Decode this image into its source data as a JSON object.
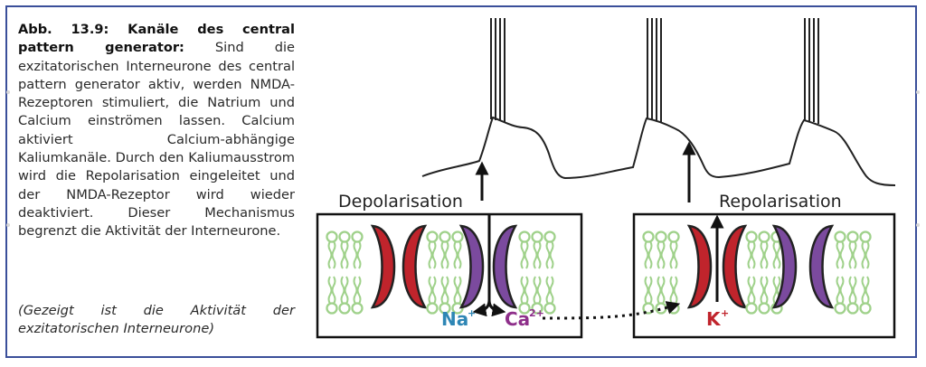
{
  "caption": {
    "title": "Abb. 13.9: Kanäle des central pattern generator:",
    "body": " Sind die exzitatorischen Interneurone des central pattern generator aktiv, werden NMDA-Rezeptoren stimuliert, die Natrium und Calcium einströmen lassen. Calcium aktiviert Calcium-abhängige Kaliumkanäle. Durch den Kaliumausstrom wird die Repolarisation eingeleitet und der NMDA-Rezeptor wird wieder deaktiviert. Dieser Mechanismus begrenzt die Aktivität der Interneurone.",
    "note": "(Gezeigt ist die Aktivität der exzitatorischen Interneurone)"
  },
  "diagram": {
    "depolarisation_label": "Depolarisation",
    "repolarisation_label": "Repolarisation",
    "ion_na": "Na",
    "ion_na_charge": "+",
    "ion_ca": "Ca",
    "ion_ca_charge": "2+",
    "ion_k": "K",
    "ion_k_charge": "+",
    "colors": {
      "frame": "#3a4f9a",
      "red_channel": "#c0242c",
      "purple_channel": "#7b4a9e",
      "lipid": "#9fd18a",
      "na": "#2e86b5",
      "ca": "#8e2f8a",
      "k": "#c0242c"
    }
  }
}
